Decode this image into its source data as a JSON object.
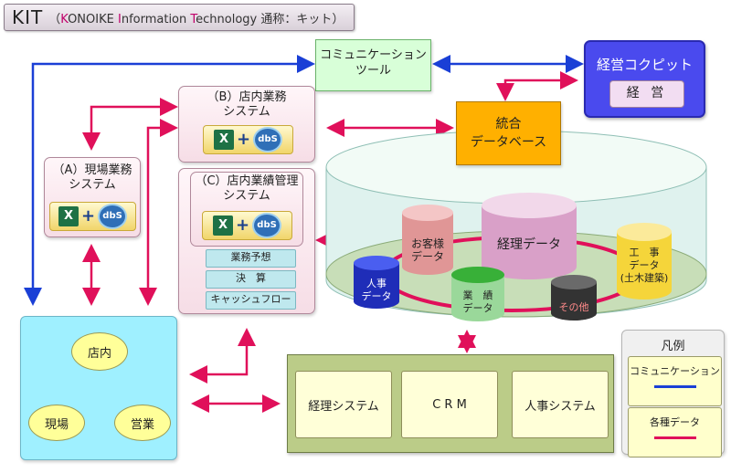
{
  "title": {
    "main": "KIT",
    "open": "（",
    "k": "K",
    "k_rest": "ONOIKE ",
    "i": "I",
    "i_rest": "nformation ",
    "t": "T",
    "t_rest": "echnology 通称：キット）"
  },
  "comm_tool": {
    "line1": "コミュニケーション",
    "line2": "ツール"
  },
  "cockpit": {
    "title": "経営コクピット",
    "inner": "経 営"
  },
  "integrated_db": {
    "line1": "統合",
    "line2": "データベース"
  },
  "system_b": {
    "line1": "（B）店内業務",
    "line2": "システム"
  },
  "system_a": {
    "line1": "（A）現場業務",
    "line2": "システム"
  },
  "system_c": {
    "line1": "（C）店内業績管理",
    "line2": "システム",
    "items": [
      "業務予想",
      "決　算",
      "キャッシュフロー"
    ]
  },
  "logo": {
    "excel": "X",
    "plus": "+",
    "dbs": "dbS"
  },
  "databases": {
    "customer": "お客様\nデータ",
    "accounting": "経理データ",
    "construction": "工　事\nデータ\n(土木建築)",
    "hr": "人事\nデータ",
    "performance": "業　績\nデータ",
    "other": "その他"
  },
  "site": {
    "shop": "店内",
    "field": "現場",
    "sales": "営業"
  },
  "systems": [
    "経理システム",
    "C R M",
    "人事システム"
  ],
  "legend": {
    "title": "凡例",
    "comm": "コミュニケーション",
    "data": "各種データ",
    "comm_color": "#1a3fd6",
    "data_color": "#e0105a"
  }
}
